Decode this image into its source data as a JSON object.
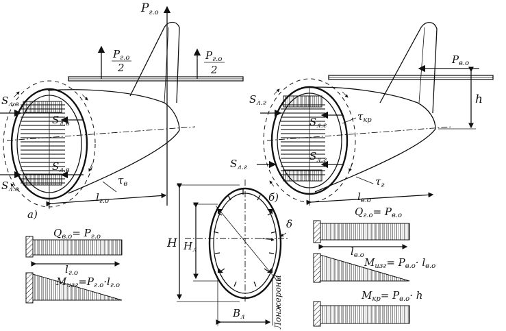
{
  "labels": {
    "p_go": "P",
    "p_go_sub": "г.о",
    "p_go_half_left_num": "P",
    "p_go_half_left_num_sub": "г.о",
    "p_go_half_left_den": "2",
    "p_go_half_right_num": "P",
    "p_go_half_right_num_sub": "г.о",
    "p_go_half_right_den": "2",
    "s_lv_top": "S",
    "s_lv_top_sub": "л.в",
    "s_lv_inner_top": "S",
    "s_lv_inner_top_sub": "л.в",
    "s_lv_inner_bottom": "S",
    "s_lv_inner_bottom_sub": "л.в",
    "s_lv_bottom": "S",
    "s_lv_bottom_sub": "л.в",
    "tau_v": "τ",
    "tau_v_sub": "в",
    "l_go": "l",
    "l_go_sub": "г.о",
    "fig_a": "а)",
    "p_vo": "P",
    "p_vo_sub": "в.о",
    "h": "h",
    "s_lg_top": "S",
    "s_lg_top_sub": "л.г",
    "s_lg_inner_top": "S",
    "s_lg_inner_top_sub": "л.г",
    "tau_kr": "τ",
    "tau_kr_sub": "кр",
    "s_lg_mid": "S",
    "s_lg_mid_sub": "л.г",
    "s_lg_inner_bottom": "S",
    "s_lg_inner_bottom_sub": "л.г",
    "tau_g": "τ",
    "tau_g_sub": "г",
    "l_vo": "l",
    "l_vo_sub": "в.о",
    "fig_b": "б)",
    "H": "H",
    "H_l": "H",
    "H_l_sub": "л",
    "delta": "δ",
    "B_l": "B",
    "B_l_sub": "л",
    "longerons": "Лонжероны",
    "q_vo_eq": "Q",
    "q_vo_eq_sub": "в.о",
    "q_vo_eq_rhs": "= P",
    "q_vo_eq_rhs_sub": "г.о",
    "l_go_beam": "l",
    "l_go_beam_sub": "г.о",
    "m_izg_a": "M",
    "m_izg_a_sub": "изг",
    "m_izg_a_rhs": "=P",
    "m_izg_a_rhs_sub": "г.о",
    "m_izg_a_mul": "·l",
    "m_izg_a_mul_sub": "г.о",
    "q_go_eq": "Q",
    "q_go_eq_sub": "г.о",
    "q_go_eq_rhs": "= P",
    "q_go_eq_rhs_sub": "в.о",
    "l_vo_beam": "l",
    "l_vo_beam_sub": "в.о",
    "m_izg_b": "M",
    "m_izg_b_sub": "изг",
    "m_izg_b_rhs": "= P",
    "m_izg_b_rhs_sub": "в.о",
    "m_izg_b_mul": "· l",
    "m_izg_b_mul_sub": "в.о",
    "m_kr": "M",
    "m_kr_sub": "кр",
    "m_kr_rhs": "= P",
    "m_kr_rhs_sub": "в.о",
    "m_kr_mul": "· h"
  }
}
